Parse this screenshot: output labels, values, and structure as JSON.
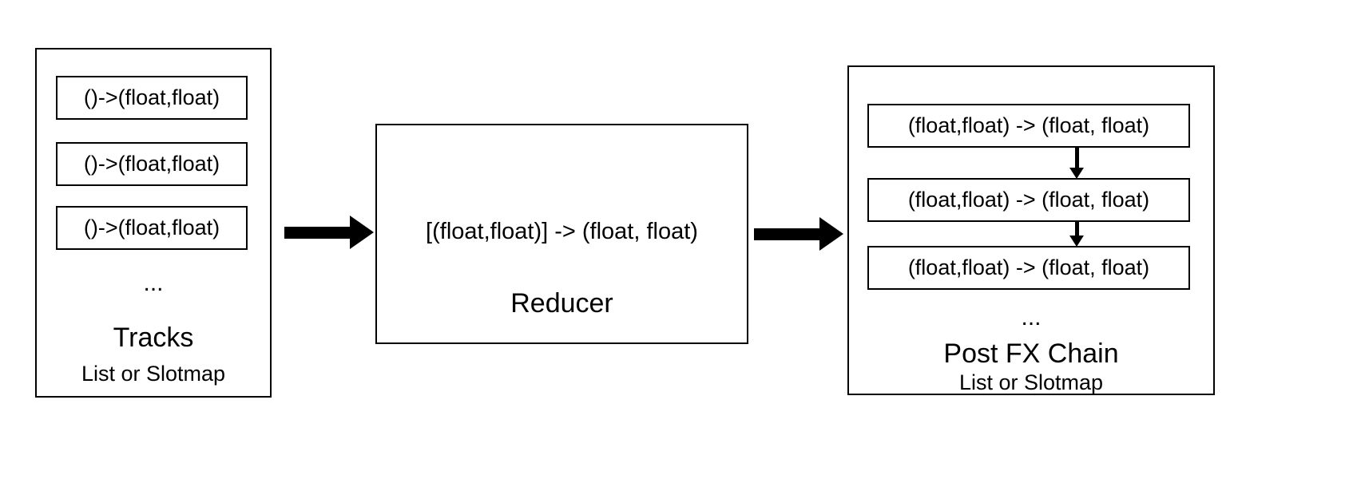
{
  "diagram": {
    "colors": {
      "line": "#000000",
      "background": "#ffffff"
    },
    "tracks": {
      "title": "Tracks",
      "subtitle": "List or Slotmap",
      "ellipsis": "...",
      "items": [
        "()->(float,float)",
        "()->(float,float)",
        "()->(float,float)"
      ]
    },
    "reducer": {
      "signature": "[(float,float)] -> (float, float)",
      "title": "Reducer"
    },
    "postfx": {
      "title": "Post FX Chain",
      "subtitle": "List or Slotmap",
      "ellipsis": "...",
      "items": [
        "(float,float) -> (float, float)",
        "(float,float) -> (float, float)",
        "(float,float) -> (float, float)"
      ]
    }
  }
}
